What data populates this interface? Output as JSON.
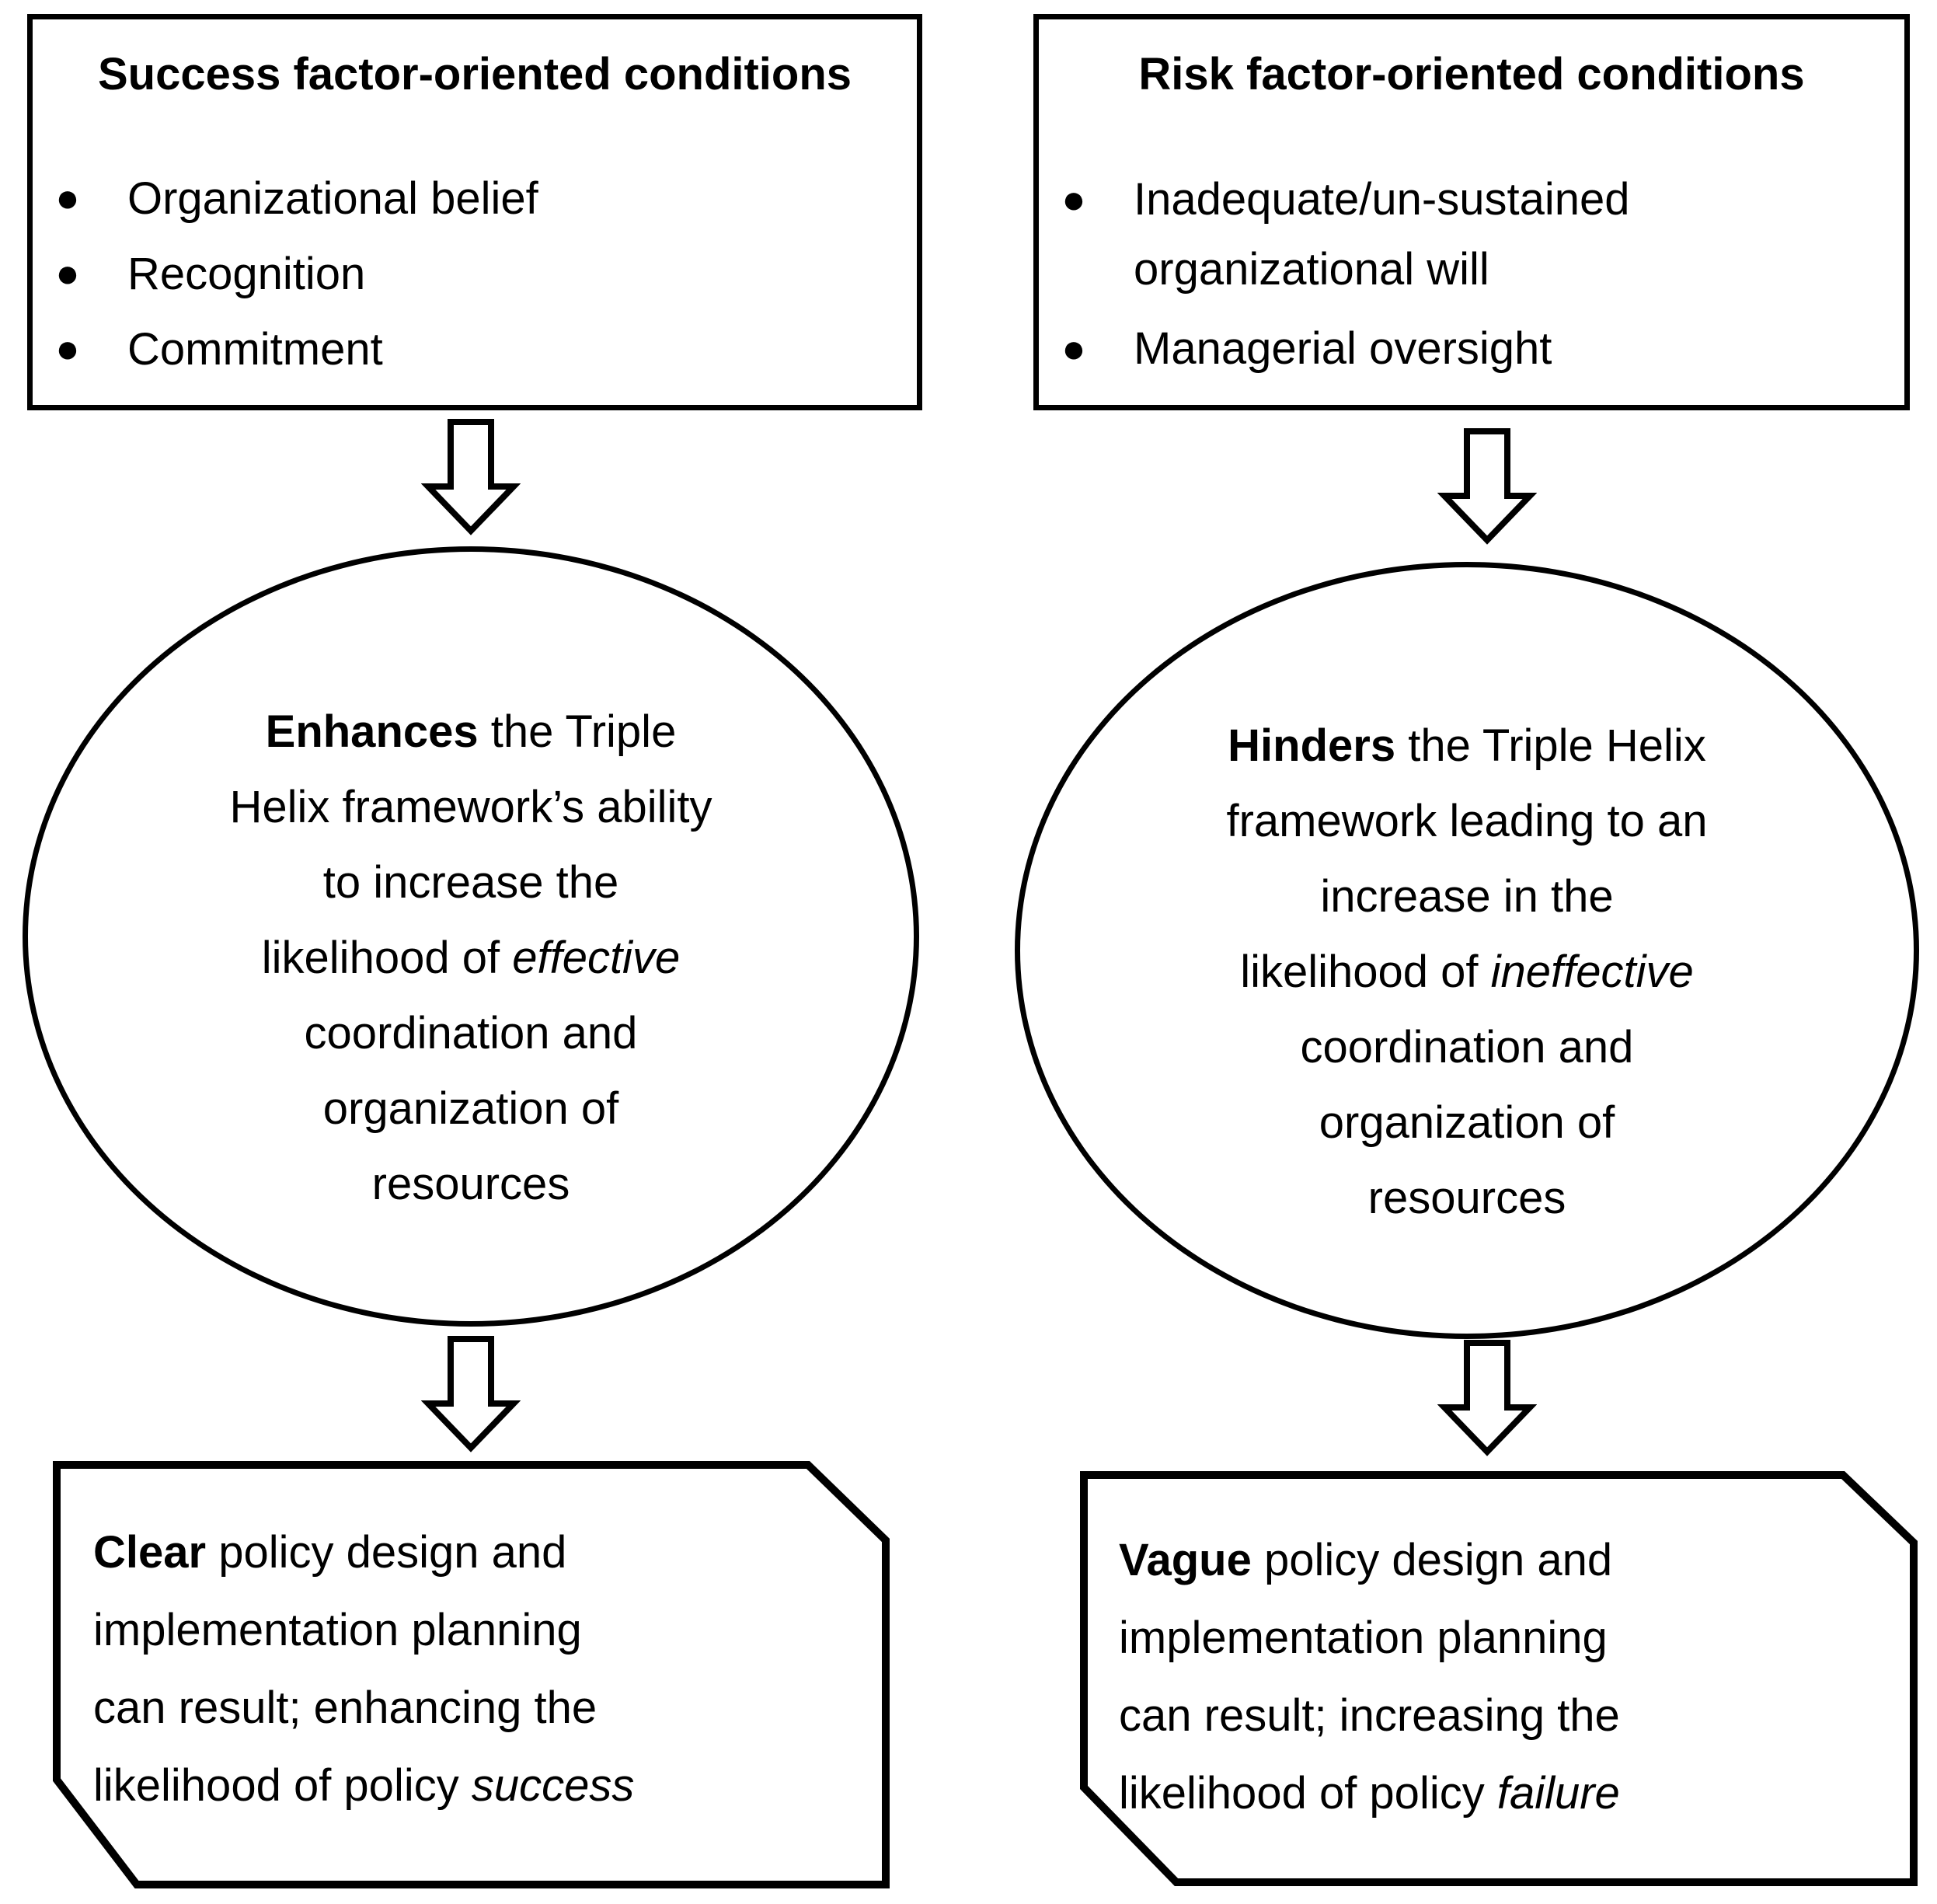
{
  "colors": {
    "ink": "#000000",
    "background": "#ffffff"
  },
  "diagram": {
    "left_column": {
      "top_box": {
        "title": "Success factor-oriented conditions",
        "bullets": [
          {
            "lines": [
              "Organizational belief"
            ]
          },
          {
            "lines": [
              "Recognition"
            ]
          },
          {
            "lines": [
              "Commitment"
            ]
          }
        ]
      },
      "ellipse_lines": [
        [
          {
            "t": "Enhances",
            "b": true
          },
          {
            "t": " the Triple"
          }
        ],
        [
          "Helix framework’s ability"
        ],
        [
          "to increase the"
        ],
        [
          {
            "t": "likelihood of "
          },
          {
            "t": "effective",
            "i": true
          }
        ],
        [
          "coordination and"
        ],
        [
          "organization of"
        ],
        [
          "resources"
        ]
      ],
      "bottom_box_lines": [
        [
          {
            "t": "Clear",
            "b": true
          },
          {
            "t": " policy design and"
          }
        ],
        [
          "implementation planning"
        ],
        [
          "can result; enhancing the"
        ],
        [
          {
            "t": "likelihood of policy "
          },
          {
            "t": "success",
            "i": true
          }
        ]
      ]
    },
    "right_column": {
      "top_box": {
        "title": "Risk factor-oriented conditions",
        "bullets": [
          {
            "lines": [
              "Inadequate/un-sustained",
              "organizational will"
            ]
          },
          {
            "lines": [
              "Managerial oversight"
            ]
          }
        ]
      },
      "ellipse_lines": [
        [
          {
            "t": "Hinders",
            "b": true
          },
          {
            "t": " the Triple Helix"
          }
        ],
        [
          "framework leading to an"
        ],
        [
          "increase in the"
        ],
        [
          {
            "t": "likelihood of "
          },
          {
            "t": "ineffective",
            "i": true
          }
        ],
        [
          "coordination and"
        ],
        [
          "organization of"
        ],
        [
          "resources"
        ]
      ],
      "bottom_box_lines": [
        [
          {
            "t": "Vague",
            "b": true
          },
          {
            "t": " policy design and"
          }
        ],
        [
          "implementation planning"
        ],
        [
          "can result; increasing the"
        ],
        [
          {
            "t": "likelihood of policy "
          },
          {
            "t": "failure",
            "i": true
          }
        ]
      ]
    }
  }
}
